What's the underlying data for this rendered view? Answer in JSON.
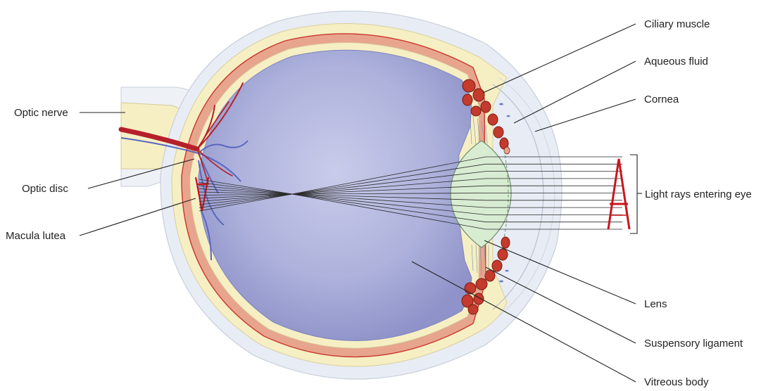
{
  "labels": {
    "ciliary_muscle": "Ciliary muscle",
    "aqueous_fluid": "Aqueous fluid",
    "cornea": "Cornea",
    "optic_nerve": "Optic nerve",
    "optic_disc": "Optic disc",
    "light_rays": "Light rays entering eye",
    "macula_lutea": "Macula lutea",
    "lens": "Lens",
    "suspensory_ligament": "Suspensory ligament",
    "vitreous_body": "Vitreous body"
  },
  "object_letter": "A",
  "colors": {
    "vitreous": "#a9add8",
    "sclera": "#f6efc4",
    "choroid": "#e7a58e",
    "retina_edge": "#c9372c",
    "outer_coat": "#e6ebf3",
    "vessel": "#b5202a",
    "vein": "#5a67c0",
    "lens": "#d8ecd2",
    "object": "#c8161d"
  }
}
